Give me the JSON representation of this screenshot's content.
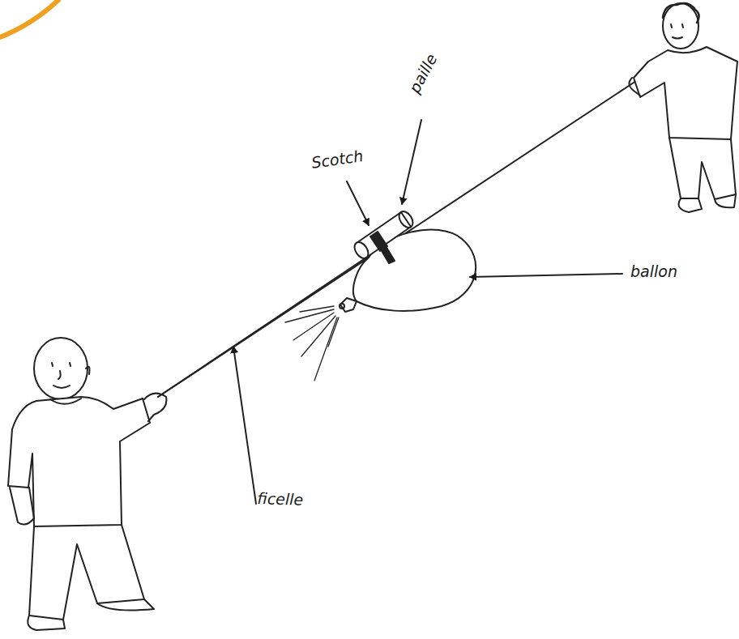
{
  "diagram": {
    "labels": [
      "Scotch",
      "paille",
      "ballon",
      "ficelle"
    ]
  }
}
